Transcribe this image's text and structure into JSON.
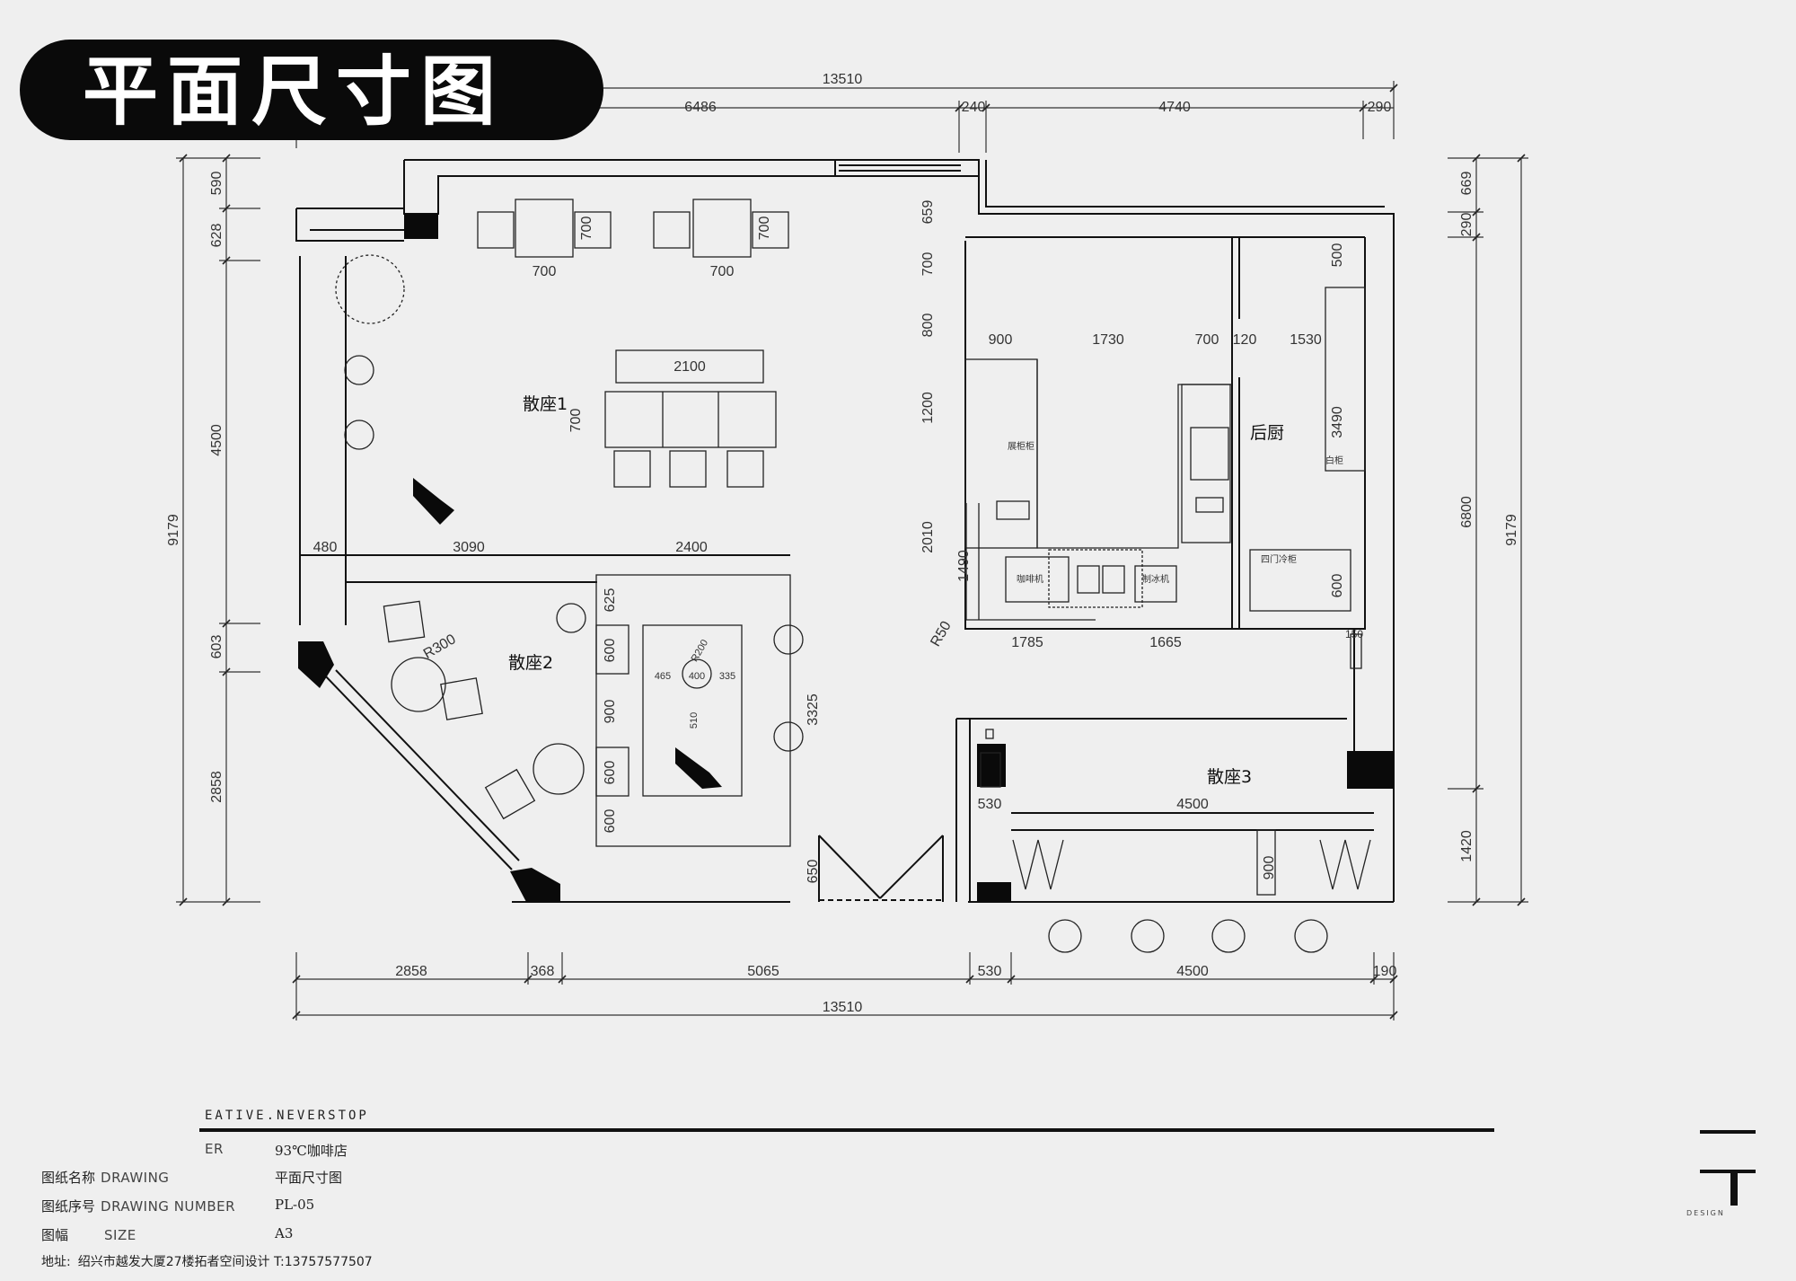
{
  "title": "平面尺寸图",
  "rooms": {
    "seating1": "散座1",
    "seating2": "散座2",
    "seating3": "散座3",
    "kitchen": "后厨"
  },
  "dims": {
    "top_total": "13510",
    "top_a": "6486",
    "top_b": "240",
    "top_c": "4740",
    "top_d": "290",
    "bot_a": "2858",
    "bot_b": "368",
    "bot_c": "5065",
    "bot_d": "530",
    "bot_e": "4500",
    "bot_f": "190",
    "bot_total": "13510",
    "left_total": "9179",
    "left_a": "590",
    "left_b": "628",
    "left_c": "4500",
    "left_d": "603",
    "left_e": "2858",
    "right_total": "9179",
    "right_a": "669",
    "right_b": "290",
    "right_c": "6800",
    "right_d": "1420",
    "table1_w": "700",
    "table1_d": "700",
    "table2_w": "700",
    "table2_d": "700",
    "bench_w": "2100",
    "table3_d": "700",
    "s2_480": "480",
    "s2_3090": "3090",
    "s2_2400": "2400",
    "s2_625": "625",
    "s2_600a": "600",
    "s2_900": "900",
    "s2_600b": "600",
    "s2_600c": "600",
    "s2_3325": "3325",
    "s2_r300": "R300",
    "s2_r200": "R200",
    "s2_465": "465",
    "s2_400": "400",
    "s2_335": "335",
    "s2_510": "510",
    "s2_650": "650",
    "k_659": "659",
    "k_700": "700",
    "k_800": "800",
    "k_1200": "1200",
    "k_2010": "2010",
    "k_1490": "1490",
    "k_r50": "R50",
    "k_900": "900",
    "k_1730": "1730",
    "k_700b": "700",
    "k_120": "120",
    "k_1530": "1530",
    "k_500": "500",
    "k_3490": "3490",
    "k_600": "600",
    "k_1785": "1785",
    "k_1665": "1665",
    "k_150": "150",
    "s3_530": "530",
    "s3_4500": "4500",
    "s3_900": "900"
  },
  "kitchen_labels": {
    "counter": "展柜柜",
    "fridge": "四门冷柜",
    "appliance1": "咖啡机",
    "appliance2": "制冰机",
    "label3": "白柜"
  },
  "title_block": {
    "slogan": "EATIVE.NEVERSTOP",
    "project_label_en": "ER",
    "project_value": "93℃咖啡店",
    "drawing_label_cn": "图纸名称",
    "drawing_label_en": "DRAWING",
    "drawing_value": "平面尺寸图",
    "number_label_cn": "图纸序号",
    "number_label_en": "DRAWING NUMBER",
    "number_value": "PL-05",
    "size_label_cn": "图幅",
    "size_label_en": "SIZE",
    "size_value": "A3",
    "address_label": "地址:",
    "address_value": "绍兴市越发大厦27楼拓者空间设计  T:13757577507",
    "logo_text": "DESIGN"
  }
}
